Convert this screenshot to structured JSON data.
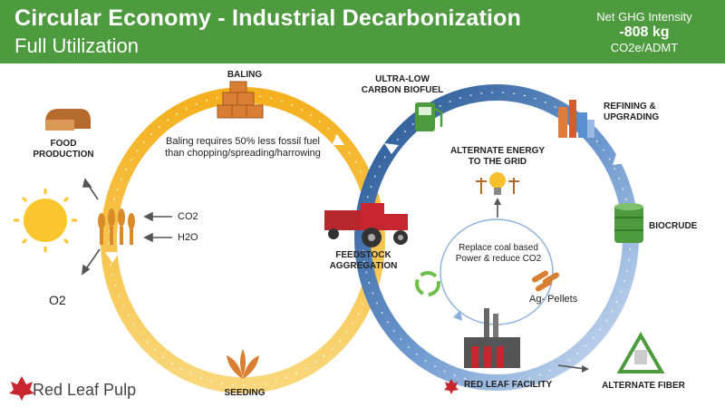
{
  "header": {
    "title": "Circular Economy - Industrial Decarbonization",
    "subtitle": "Full Utilization",
    "ghg_label": "Net GHG Intensity",
    "ghg_value": "-808 kg",
    "ghg_unit": "CO2e/ADMT"
  },
  "left_cycle": {
    "baling": "BALING",
    "baling_note": "Baling requires 50% less fossil fuel than chopping/spreading/harrowing",
    "seeding": "SEEDING",
    "food": "FOOD PRODUCTION",
    "co2": "CO2",
    "h2o": "H2O",
    "o2": "O2"
  },
  "center": {
    "feedstock": "FEEDSTOCK AGGREGATION"
  },
  "right_cycle": {
    "biofuel": "ULTRA-LOW CARBON BIOFUEL",
    "refining": "REFINING & UPGRADING",
    "alt_energy": "ALTERNATE ENERGY TO THE GRID",
    "biocrude": "BIOCRUDE",
    "replace_coal": "Replace coal based Power & reduce CO2",
    "pellets": "Ag- Pellets",
    "facility": "RED LEAF FACILITY",
    "alt_fiber": "ALTERNATE FIBER"
  },
  "brand": {
    "name": "Red Leaf Pulp"
  },
  "colors": {
    "header_green": "#4e9a3f",
    "ring_yellow": "#f6bf2c",
    "ring_blue": "#2e5f9b",
    "accent_red": "#c8262e"
  }
}
